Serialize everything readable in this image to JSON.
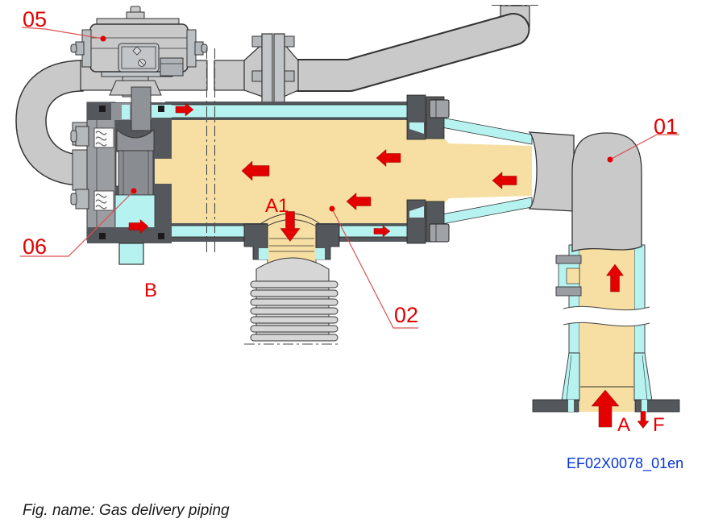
{
  "figure": {
    "caption": "Fig. name: Gas delivery piping",
    "doc_ref": "EF02X0078_01en"
  },
  "callouts": {
    "c05": "05",
    "c06": "06",
    "c01": "01",
    "c02": "02"
  },
  "flow_labels": {
    "a1": "A1",
    "b": "B",
    "a": "A",
    "f": "F"
  },
  "colors": {
    "callout_red": "#E30000",
    "leader_red": "#D95252",
    "ref_blue": "#0535D2",
    "gas_cream": "#F7DFA3",
    "lining_cyan": "#B6F2F0",
    "pipe_gray": "#C9C9C9",
    "steel_dark": "#54575B"
  }
}
